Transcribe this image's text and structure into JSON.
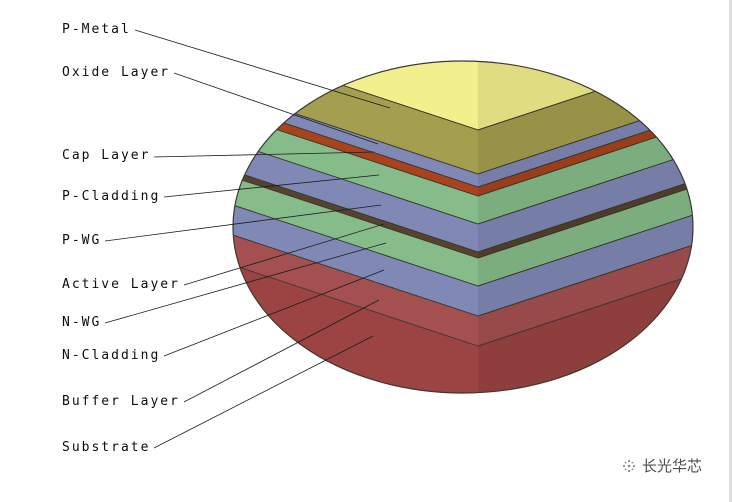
{
  "figure": {
    "layers": [
      {
        "label": "P-Metal",
        "color": "#a49f4e",
        "top_face_color": "#f2ef8d"
      },
      {
        "label": "Oxide Layer",
        "color": "#8089b6"
      },
      {
        "label": "Cap Layer",
        "color": "#a8431e"
      },
      {
        "label": "P-Cladding",
        "color": "#86bc8a"
      },
      {
        "label": "P-WG",
        "color": "#8089b6"
      },
      {
        "label": "Active Layer",
        "color": "#55422f"
      },
      {
        "label": "N-WG",
        "color": "#86bc8a"
      },
      {
        "label": "N-Cladding",
        "color": "#8089b6"
      },
      {
        "label": "Buffer Layer",
        "color": "#a55050"
      },
      {
        "label": "Substrate",
        "color": "#9c4444"
      }
    ],
    "outline_color": "#3b382e",
    "leader_color": "#1c1c1c"
  },
  "watermark": {
    "text": "长光华芯"
  }
}
